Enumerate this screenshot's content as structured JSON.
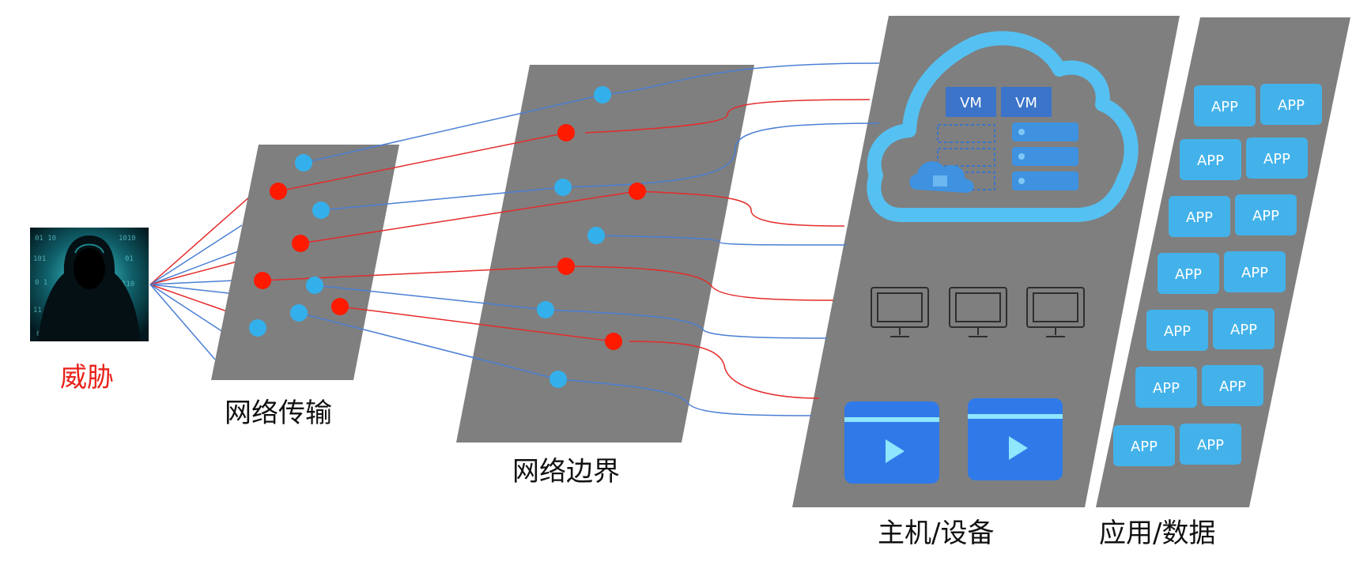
{
  "labels": {
    "threat": "威胁",
    "network_transport": "网络传输",
    "network_boundary": "网络边界",
    "host_device": "主机/设备",
    "app_data": "应用/数据"
  },
  "vm_label": "VM",
  "app_label": "APP",
  "icons": {
    "threat": "hooded-hacker-icon",
    "cloud": "cloud-icon",
    "server": "server-rack-icon",
    "monitor": "monitor-icon",
    "video": "video-play-icon"
  },
  "colors": {
    "panel": "#7f7f7f",
    "threat_dot": "#ff1a00",
    "normal_dot": "#33b0ec",
    "threat_link": "#e52b2b",
    "normal_link": "#4a7fd4",
    "cloud": "#55c1f2",
    "vm_chip": "#3b74c9",
    "app_chip": "#43b2ea",
    "video_tile": "#2f7ae8"
  }
}
